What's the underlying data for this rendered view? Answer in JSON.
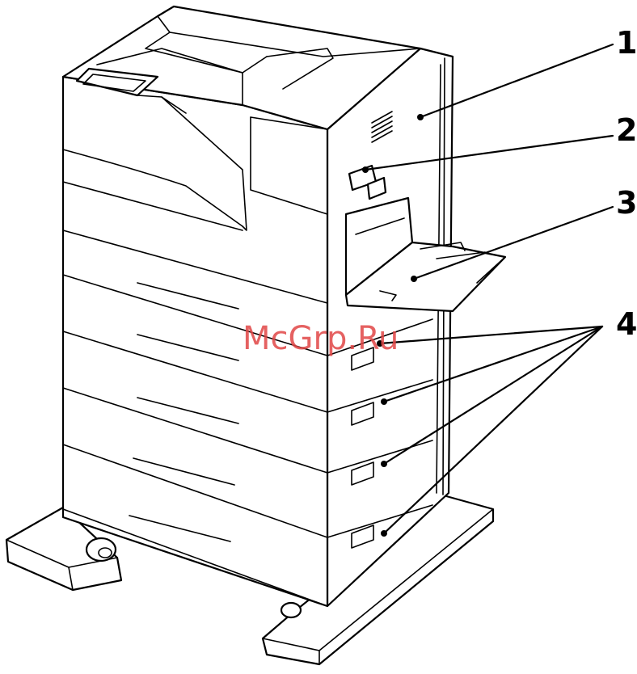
{
  "watermark": "McGrp.Ru",
  "callouts": [
    {
      "number": "1"
    },
    {
      "number": "2"
    },
    {
      "number": "3"
    },
    {
      "number": "4"
    }
  ]
}
